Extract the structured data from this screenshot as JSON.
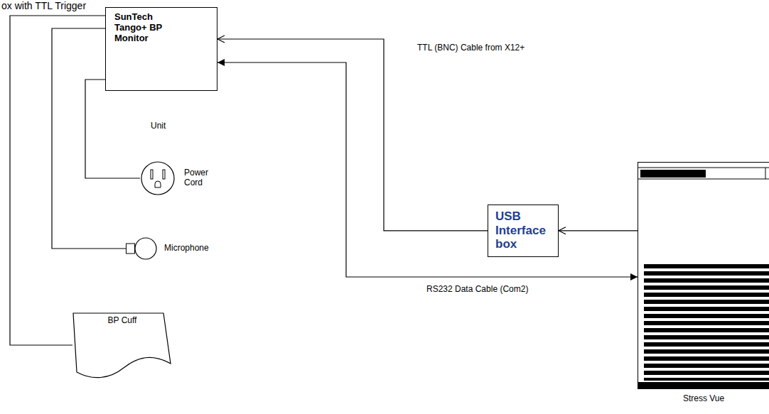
{
  "diagram": {
    "nodes": [
      {
        "text": [
          "SunTech Tango+ BP Monitor"
        ]
      },
      {
        "text": [
          "USB Interface box"
        ]
      },
      {
        "text": [
          "Stress Vue"
        ]
      },
      {
        "text": [
          "Power Cord"
        ]
      },
      {
        "text": [
          "Microphone"
        ]
      },
      {
        "text": [
          "BP Cuff"
        ]
      }
    ],
    "edges": [
      {
        "from": 1,
        "to": 0,
        "label": "TTL (BNC) Cable from X12+",
        "arrow": "to"
      },
      {
        "from": 0,
        "to": 2,
        "label": "RS232 Data Cable (Com2)",
        "arrow": "both"
      },
      {
        "from": 2,
        "to": 1,
        "arrow": "to"
      },
      {
        "from": 0,
        "to": 3,
        "arrow": "none"
      },
      {
        "from": 0,
        "to": 4,
        "arrow": "none"
      },
      {
        "from": 0,
        "to": 5,
        "arrow": "none"
      }
    ],
    "labels": [
      "ox with TTL Trigger",
      "Unit"
    ]
  }
}
